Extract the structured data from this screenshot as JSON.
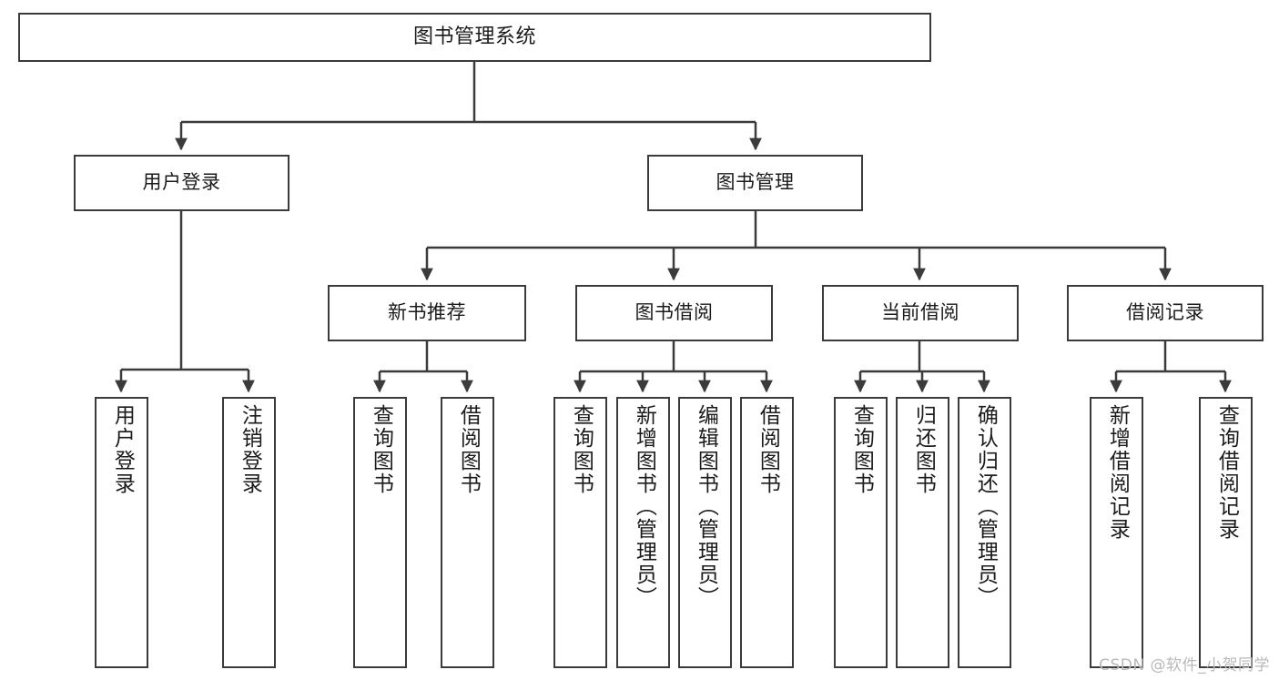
{
  "diagram": {
    "title": "图书管理系统",
    "watermark": "CSDN @软件_小贺同学",
    "colors": {
      "stroke": "#3b3b3b",
      "fill": "#ffffff",
      "text": "#1b1b1b",
      "watermark": "#b9b9b9"
    },
    "levels": {
      "root": {
        "label": "图书管理系统"
      },
      "level2": [
        {
          "label": "用户登录"
        },
        {
          "label": "图书管理"
        }
      ],
      "level3": [
        {
          "label": "新书推荐"
        },
        {
          "label": "图书借阅"
        },
        {
          "label": "当前借阅"
        },
        {
          "label": "借阅记录"
        }
      ],
      "leaves": {
        "user_login": [
          {
            "label": "用户登录"
          },
          {
            "label": "注销登录"
          }
        ],
        "new_book": [
          {
            "label": "查询图书"
          },
          {
            "label": "借阅图书"
          }
        ],
        "book_borrow": [
          {
            "label": "查询图书"
          },
          {
            "label": "新增图书（管理员）"
          },
          {
            "label": "编辑图书（管理员）"
          },
          {
            "label": "借阅图书"
          }
        ],
        "current_borrow": [
          {
            "label": "查询图书"
          },
          {
            "label": "归还图书"
          },
          {
            "label": "确认归还（管理员）"
          }
        ],
        "borrow_record": [
          {
            "label": "新增借阅记录"
          },
          {
            "label": "查询借阅记录"
          }
        ]
      }
    }
  }
}
